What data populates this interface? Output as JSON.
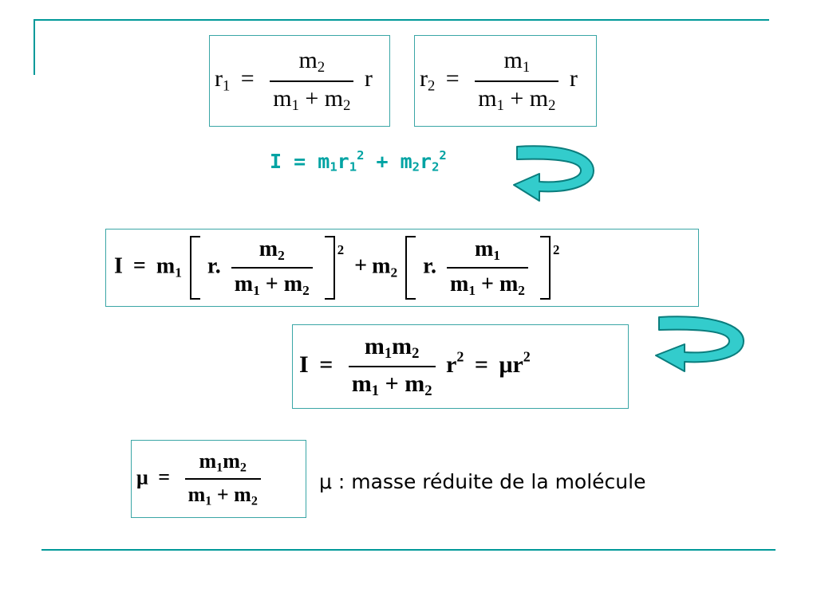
{
  "colors": {
    "accent": "#009999",
    "teal_text": "#00a3a3",
    "arrow_fill": "#33cccc",
    "box_border": "#3aa6a6"
  },
  "r": "r",
  "m": "m",
  "mu": "μ",
  "I": "I",
  "eq": "=",
  "plus": "+",
  "one": "1",
  "two": "2",
  "rdot": "r.",
  "moment_formula": {
    "I": "I",
    "eq": "=",
    "plus": "+",
    "m": "m",
    "r": "r",
    "one": "1",
    "two": "2"
  },
  "caption": "μ : masse réduite de la molécule",
  "icons": [
    "curved-arrow-icon",
    "curved-arrow-icon"
  ]
}
